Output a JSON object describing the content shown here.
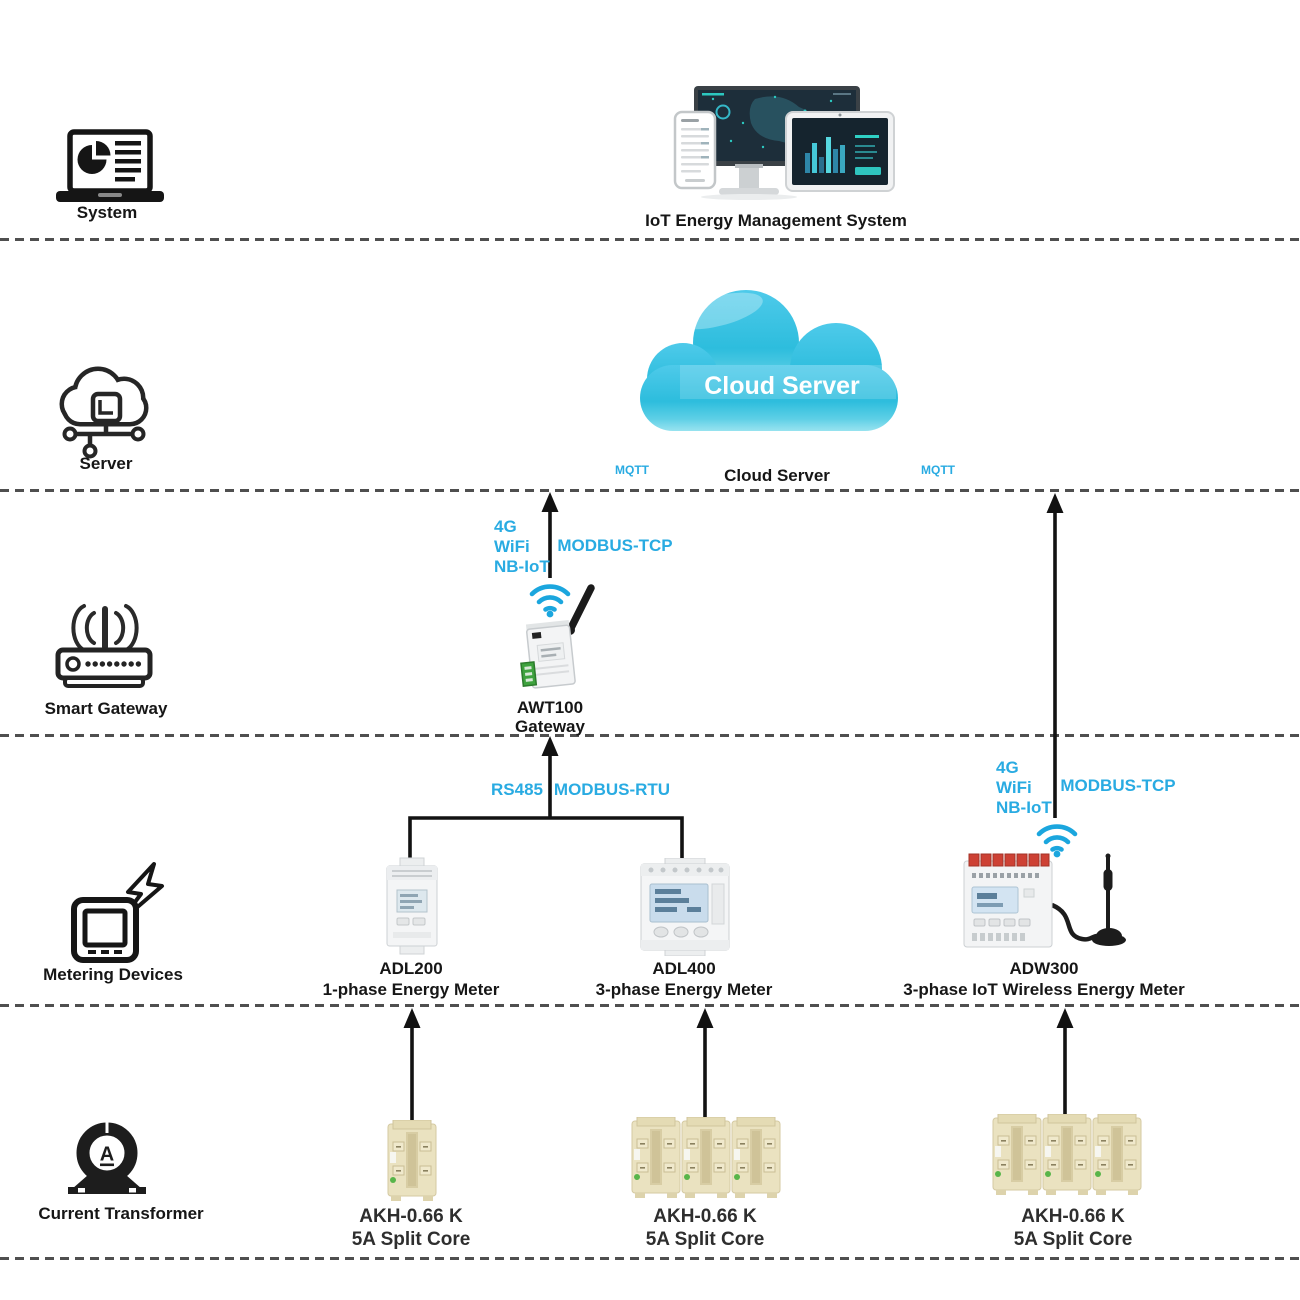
{
  "accent_color": "#29abe2",
  "cloud_color": "#3bc4e6",
  "rail": {
    "system": "System",
    "server": "Server",
    "smart_gateway": "Smart Gateway",
    "metering_devices": "Metering Devices",
    "current_transformer": "Current Transformer"
  },
  "top_system": {
    "title": "IoT Energy Management System"
  },
  "cloud": {
    "title": "Cloud Server",
    "caption": "Cloud Server",
    "mqtt_left": "MQTT",
    "mqtt_right": "MQTT"
  },
  "gateway": {
    "model": "AWT100",
    "role": "Gateway",
    "wireless": [
      "4G",
      "WiFi",
      "NB-IoT"
    ],
    "uplink_protocol": "MODBUS-TCP"
  },
  "rs485_bus": {
    "interface": "RS485",
    "protocol": "MODBUS-RTU"
  },
  "adw_uplink": {
    "wireless": [
      "4G",
      "WiFi",
      "NB-IoT"
    ],
    "protocol": "MODBUS-TCP"
  },
  "meters": [
    {
      "model": "ADL200",
      "description": "1-phase Energy Meter"
    },
    {
      "model": "ADL400",
      "description": "3-phase Energy Meter"
    },
    {
      "model": "ADW300",
      "description": "3-phase IoT Wireless Energy Meter"
    }
  ],
  "current_transformers": [
    {
      "model": "AKH-0.66 K",
      "description": "5A Split Core"
    },
    {
      "model": "AKH-0.66 K",
      "description": "5A Split Core"
    },
    {
      "model": "AKH-0.66 K",
      "description": "5A Split Core"
    }
  ]
}
